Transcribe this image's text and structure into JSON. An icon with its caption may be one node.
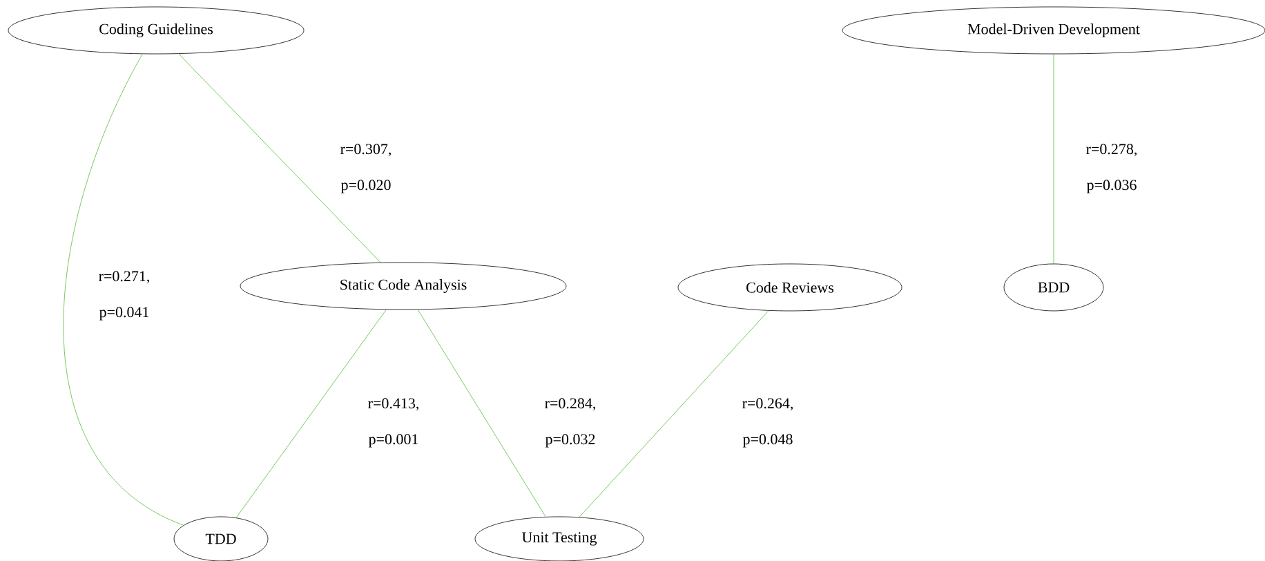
{
  "diagram": {
    "nodes": [
      {
        "text": [
          "Coding Guidelines"
        ]
      },
      {
        "text": [
          "Model-Driven Development"
        ]
      },
      {
        "text": [
          "Static Code Analysis"
        ]
      },
      {
        "text": [
          "Code Reviews"
        ]
      },
      {
        "text": [
          "BDD"
        ]
      },
      {
        "text": [
          "TDD"
        ]
      },
      {
        "text": [
          "Unit Testing"
        ]
      }
    ],
    "edges": [
      {
        "from": 0,
        "to": 2,
        "arrow": "none",
        "label": "r=0.307, p=0.020"
      },
      {
        "from": 0,
        "to": 5,
        "arrow": "none",
        "label": "r=0.271, p=0.041"
      },
      {
        "from": 1,
        "to": 4,
        "arrow": "none",
        "label": "r=0.278, p=0.036"
      },
      {
        "from": 2,
        "to": 5,
        "arrow": "none",
        "label": "r=0.413, p=0.001"
      },
      {
        "from": 2,
        "to": 6,
        "arrow": "none",
        "label": "r=0.284, p=0.032"
      },
      {
        "from": 3,
        "to": 6,
        "arrow": "none",
        "label": "r=0.264, p=0.048"
      }
    ]
  }
}
